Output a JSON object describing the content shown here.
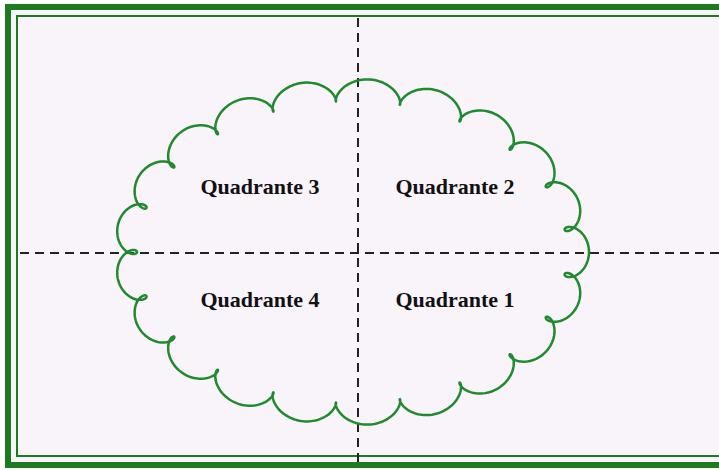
{
  "diagram": {
    "labels": [
      "Quadrante 3",
      "Quadrante 2",
      "Quadrante 4",
      "Quadrante 1"
    ]
  }
}
